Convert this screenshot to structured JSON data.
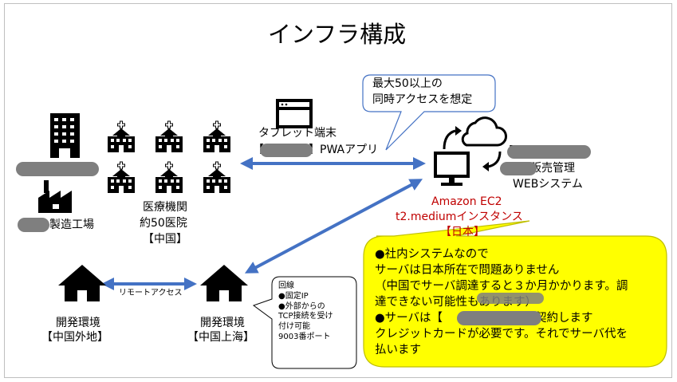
{
  "title": "インフラ構成",
  "callout_top": [
    "最大50以上の",
    "同時アクセスを想定"
  ],
  "tablet": {
    "line1": "タブレット端末",
    "line2": "【　　　　】PWAアプリ"
  },
  "server": {
    "line1": "【　　　　】",
    "line2": "　　　販売管理",
    "line3": "WEBシステム"
  },
  "aws": {
    "line1": "Amazon EC2",
    "line2": "t2.mediumインスタンス",
    "line3": "【日本】"
  },
  "factory_label": "製造工場",
  "hospital": {
    "line1": "医療機関",
    "line2": "約50医院",
    "line3": "【中国】"
  },
  "dev_remote": {
    "line1": "開発環境",
    "line2": "【中国外地】"
  },
  "dev_shanghai": {
    "line1": "開発環境",
    "line2": "【中国上海】"
  },
  "remote_access": "リモートアクセス",
  "line_note": [
    "回線",
    "●固定IP",
    "●外部からの",
    "TCP接続を受け",
    "付け可能",
    "9003番ポート"
  ],
  "note": [
    "●社内システムなので",
    "サーバは日本所在で問題ありません",
    "（中国でサーバ調達すると３か月かかります。調",
    "達できない可能性もあります）",
    "●サーバは【　　　　　　】で契約します",
    "クレジットカードが必要です。それでサーバ代を",
    "払います"
  ],
  "colors": {
    "arrow": "#4472c4",
    "aws_text": "#c00000",
    "note_fill": "#ffff00",
    "note_stroke": "#bfbf00",
    "redaction": "#7f7f7f"
  },
  "icons": [
    "building-icon",
    "factory-icon",
    "hospital-icon",
    "tablet-window-icon",
    "monitor-icon",
    "cloud-icon",
    "house-icon"
  ]
}
